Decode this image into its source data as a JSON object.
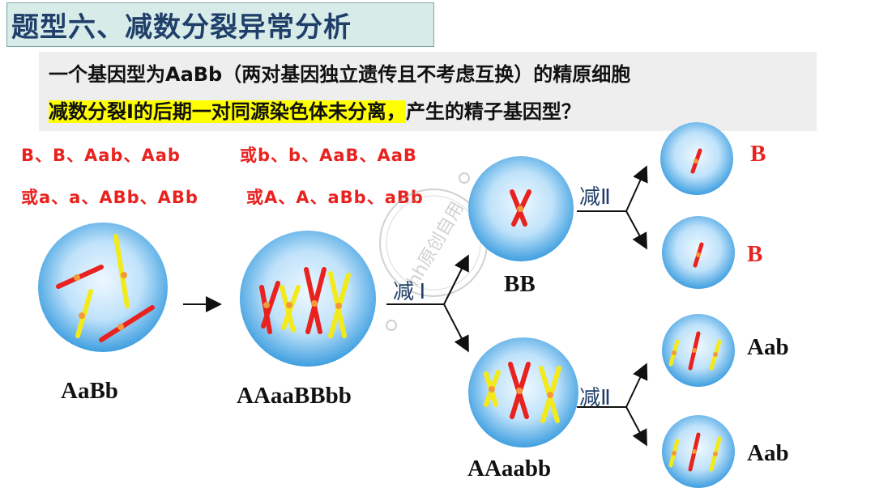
{
  "title": "题型六、减数分裂异常分析",
  "question": {
    "line1": "一个基因型为AaBb（两对基因独立遗传且不考虑互换）的精原细胞",
    "line2_highlight": "减数分裂I的后期一对同源染色体未分离，",
    "line2_rest": "产生的精子基因型？"
  },
  "answers": {
    "a1": "B、B、Aab、Aab",
    "a2": "或b、b、AaB、AaB",
    "a3": "或a、a、ABb、ABb",
    "a4": "或A、A、aBb、aBb"
  },
  "cells": {
    "c1": "AaBb",
    "c2": "AAaaBBbb",
    "c3": "BB",
    "c4": "AAaabb",
    "s1": "B",
    "s2": "B",
    "s3": "Aab",
    "s4": "Aab"
  },
  "stages": {
    "meiosis1": "减 Ⅰ",
    "meiosis2_top": "减Ⅱ",
    "meiosis2_bottom": "减Ⅱ"
  },
  "watermark": "hh原创自用",
  "colors": {
    "red_chromosome": "#e8221f",
    "yellow_chromosome": "#f2ea1a",
    "cell_center": "#eaf6ff",
    "cell_edge": "#5aaee6",
    "title_color": "#1f3f6a",
    "answer_color": "#e8221f"
  }
}
